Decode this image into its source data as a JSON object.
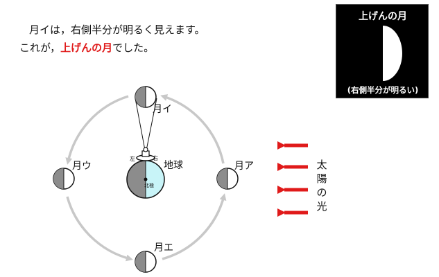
{
  "text": {
    "line1": "月イは，右側半分が明るく見えます。",
    "line2_before": "これが，",
    "line2_highlight": "上げんの月",
    "line2_after": "でした。"
  },
  "panel": {
    "title": "上げんの月",
    "caption": "(右側半分が明るい)"
  },
  "labels": {
    "moon_a": "月ア",
    "moon_i": "月イ",
    "moon_u": "月ウ",
    "moon_e": "月エ",
    "earth": "地球",
    "person_left": "左",
    "person_right": "右",
    "earth_pole": "北極"
  },
  "sunlight": [
    "太",
    "陽",
    "の",
    "光"
  ],
  "colors": {
    "highlight": "#e01a1a",
    "arrow": "#e01a1a",
    "orbit": "#c8c8c8",
    "moon_dark": "#8c8c8c",
    "earth_day": "#c8f4f8",
    "earth_night": "#8c8c8c"
  }
}
